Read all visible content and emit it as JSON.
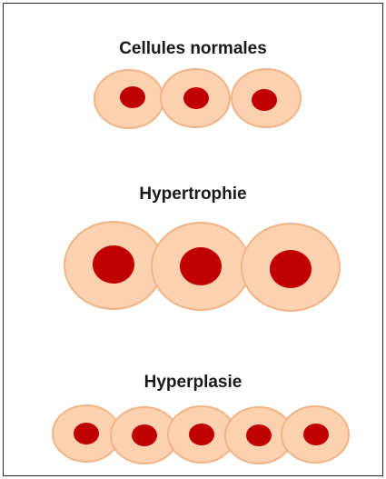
{
  "sections": [
    {
      "title": "Cellules normales",
      "cell_count": 3
    },
    {
      "title": "Hypertrophie",
      "cell_count": 3
    },
    {
      "title": "Hyperplasie",
      "cell_count": 5
    }
  ],
  "colors": {
    "cytoplasm_fill": "#FBD1B0",
    "cytoplasm_stroke": "#F2B485",
    "nucleus": "#C00000",
    "frame_border": "#2b2b2b",
    "title_text": "#1a1a1a"
  }
}
